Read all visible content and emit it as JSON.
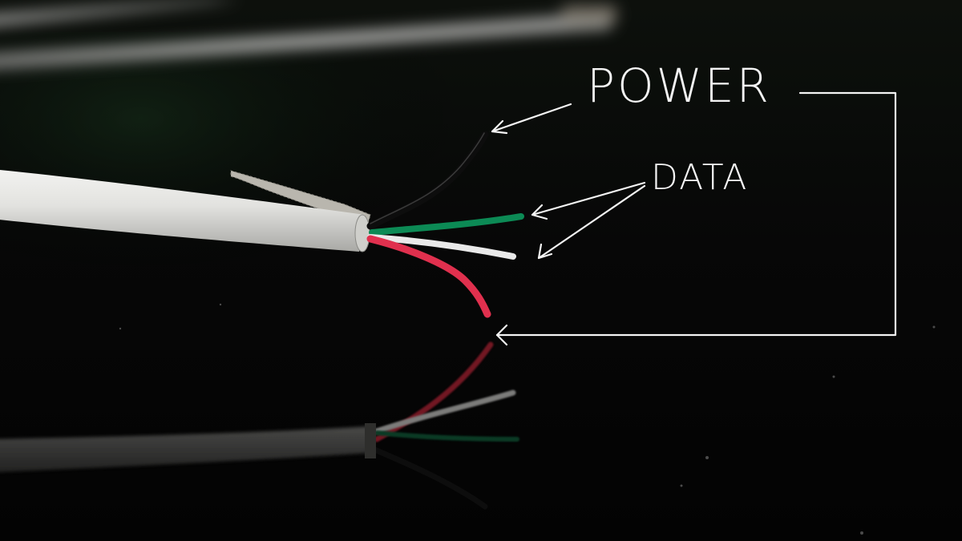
{
  "labels": {
    "power": "POWER",
    "data": "DATA"
  },
  "colors": {
    "background": "#050505",
    "annotation": "#f4f4f4",
    "cable_jacket": "#e4e4e0",
    "wire_black": "#0d0d0d",
    "wire_green": "#0c8a55",
    "wire_white": "#e9e9e9",
    "wire_red": "#e0304e",
    "shield_braid": "#b9b6ae"
  },
  "wires": [
    {
      "name": "black",
      "role": "power"
    },
    {
      "name": "green",
      "role": "data"
    },
    {
      "name": "white",
      "role": "data"
    },
    {
      "name": "red",
      "role": "power"
    }
  ]
}
